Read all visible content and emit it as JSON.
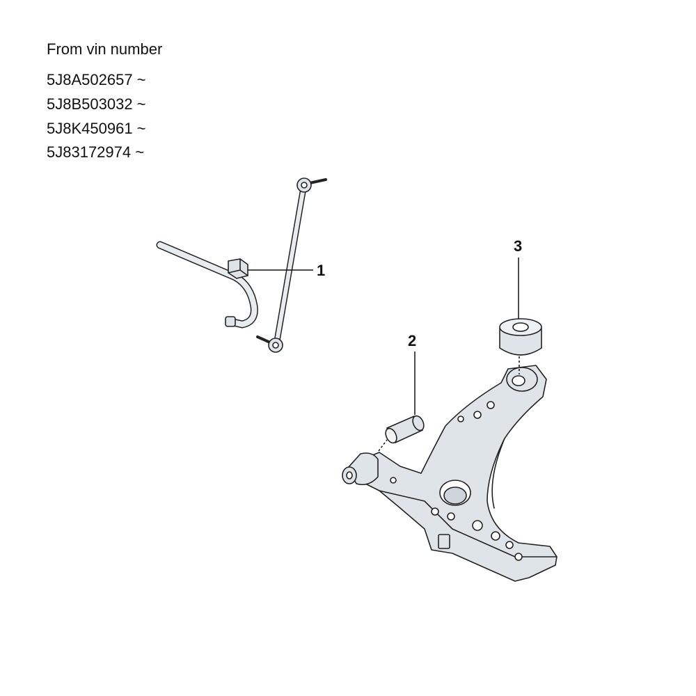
{
  "heading": "From vin number",
  "vin_ranges": [
    "5J8A502657 ~",
    "5J8B503032 ~",
    "5J8K450961 ~",
    "5J83172974 ~"
  ],
  "callouts": [
    "1",
    "2",
    "3"
  ]
}
